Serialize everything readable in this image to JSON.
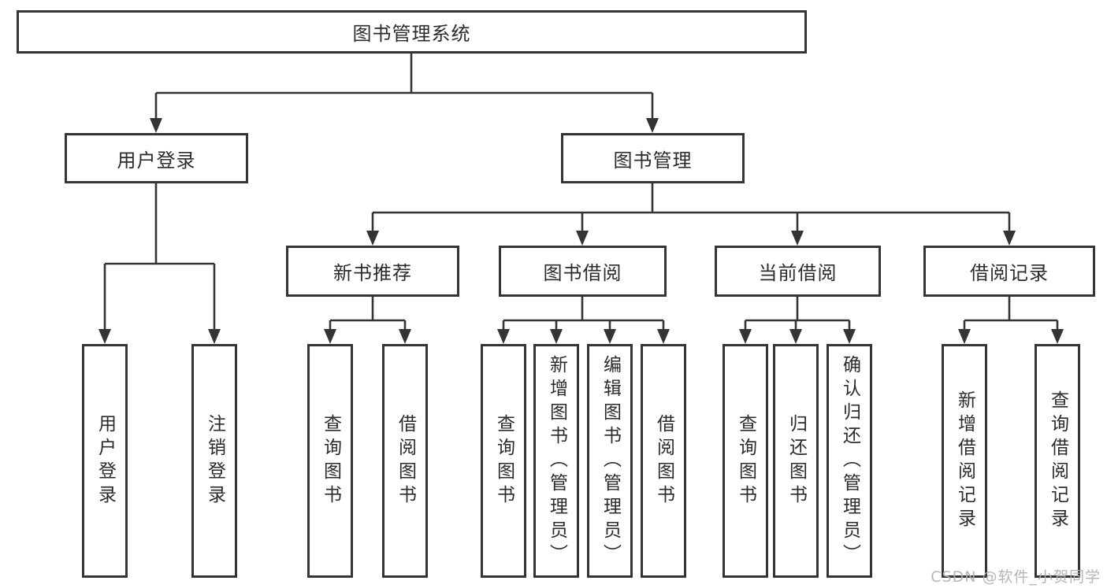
{
  "diagram_title": "图书管理系统",
  "nodes": {
    "root": "图书管理系统",
    "user_login": "用户登录",
    "book_mgmt": "图书管理",
    "new_books": "新书推荐",
    "book_borrow": "图书借阅",
    "current_borrow": "当前借阅",
    "borrow_records": "借阅记录",
    "user_login_children": [
      "用户登录",
      "注销登录"
    ],
    "new_books_children": [
      "查询图书",
      "借阅图书"
    ],
    "book_borrow_children": [
      "查询图书",
      "新增图书（管理员）",
      "编辑图书（管理员）",
      "借阅图书"
    ],
    "current_borrow_children": [
      "查询图书",
      "归还图书",
      "确认归还（管理员）"
    ],
    "borrow_records_children": [
      "新增借阅记录",
      "查询借阅记录"
    ]
  },
  "watermark": "CSDN @软件_小贺同学",
  "colors": {
    "line": "#343434",
    "text": "#2b2b2b",
    "bg": "#ffffff",
    "watermark": "#b0b0b0"
  }
}
